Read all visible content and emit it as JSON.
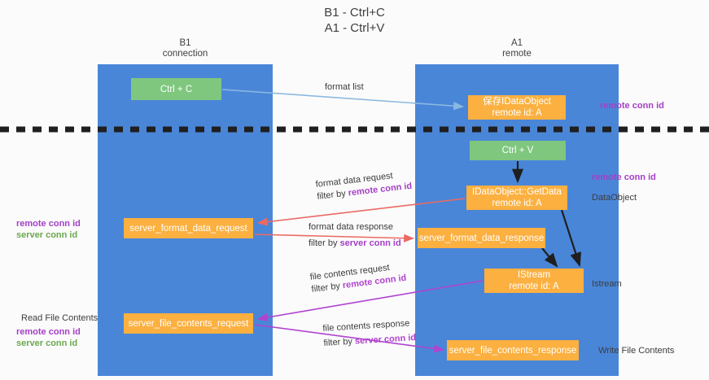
{
  "title": {
    "line1": "B1 - Ctrl+C",
    "line2": "A1 - Ctrl+V"
  },
  "columns": [
    {
      "id": "b1",
      "name": "B1",
      "role": "connection"
    },
    {
      "id": "a1",
      "name": "A1",
      "role": "remote"
    }
  ],
  "boxes": {
    "ctrl_c": {
      "line1": "Ctrl + C",
      "line2": "",
      "color": "#7fc77f"
    },
    "save_dataobj": {
      "line1": "保存IDataObject",
      "line2": "remote id: A",
      "color": "#fbb040"
    },
    "ctrl_v": {
      "line1": "Ctrl + V",
      "line2": "",
      "color": "#7fc77f"
    },
    "getdata": {
      "line1": "IDataObject::GetData",
      "line2": "remote id: A",
      "color": "#fbb040"
    },
    "sfd_request": {
      "line1": "server_format_data_request",
      "line2": "",
      "color": "#fbb040"
    },
    "sfd_response": {
      "line1": "server_format_data_response",
      "line2": "",
      "color": "#fbb040"
    },
    "istream": {
      "line1": "IStream",
      "line2": "remote id: A",
      "color": "#fbb040"
    },
    "sfc_request": {
      "line1": "server_file_contents_request",
      "line2": "",
      "color": "#fbb040"
    },
    "sfc_response": {
      "line1": "server_file_contents_response",
      "line2": "",
      "color": "#fbb040"
    }
  },
  "edge_labels": {
    "format_list": "format list",
    "format_data_request": "format data request",
    "format_data_request_filter_prefix": "filter by ",
    "format_data_request_filter_key": "remote conn id",
    "format_data_response": "format data response",
    "format_data_response_filter_prefix": "filter by ",
    "format_data_response_filter_key": "server conn id",
    "file_contents_request": "file contents request",
    "file_contents_request_filter_prefix": "filter by ",
    "file_contents_request_filter_key": "remote conn id",
    "file_contents_response": "file contents response",
    "file_contents_response_filter_prefix": "filter by ",
    "file_contents_response_filter_key": "server conn id"
  },
  "side_labels": {
    "right_remote_conn_top": "remote conn id",
    "right_remote_conn_mid": "remote conn id",
    "dataobject": "DataObject",
    "istream": "Istream",
    "write_file_contents": "Write File Contents",
    "left_remote_conn": "remote conn id",
    "left_server_conn": "server conn id",
    "read_file_contents": "Read File Contents",
    "left_remote_conn2": "remote conn id",
    "left_server_conn2": "server conn id"
  },
  "colors": {
    "lane": "#4a86d8",
    "box_orange": "#fbb040",
    "box_green": "#7fc77f",
    "remote_conn": "#a43fc6",
    "server_conn": "#6aa84f",
    "arrow_blue": "#8ab9e0",
    "arrow_red": "#ea6a63",
    "arrow_purple": "#b043d0",
    "arrow_black": "#1f1f1f",
    "divider": "#1f1f1f",
    "background": "#fbfbfb"
  }
}
